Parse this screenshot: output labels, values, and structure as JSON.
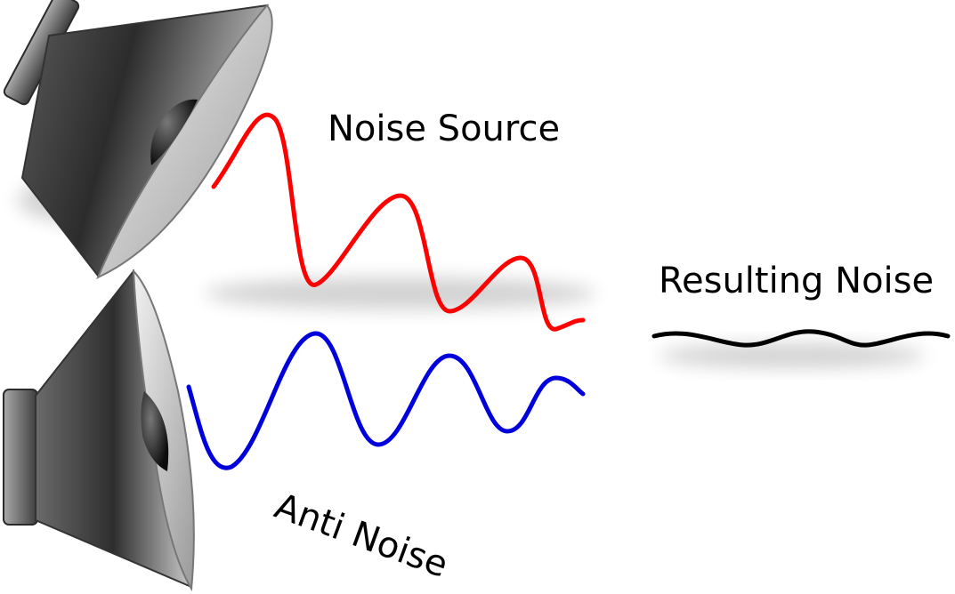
{
  "labels": {
    "noise_source": "Noise Source",
    "anti_noise": "Anti Noise",
    "resulting_noise": "Resulting Noise"
  },
  "colors": {
    "noise_wave": "#ff0000",
    "anti_noise_wave": "#0000dd",
    "resulting_wave": "#000000",
    "speaker_dark": "#3a3a3a",
    "speaker_light": "#d8d8d8"
  },
  "icons": {
    "top_speaker": "speaker-icon",
    "bottom_speaker": "speaker-icon"
  }
}
